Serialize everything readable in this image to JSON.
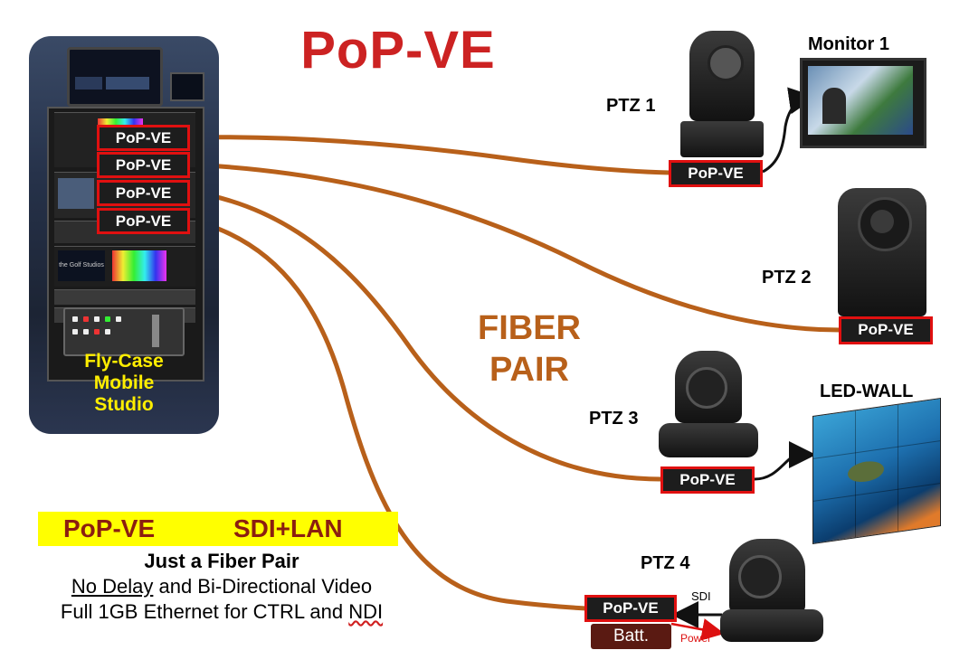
{
  "title": "PoP-VE",
  "studio": {
    "line1": "Fly-Case",
    "line2": "Mobile",
    "line3": "Studio",
    "units": [
      "PoP-VE",
      "PoP-VE",
      "PoP-VE",
      "PoP-VE"
    ],
    "screen_text": "the Golf Studios"
  },
  "fiber_label": {
    "line1": "FIBER",
    "line2": "PAIR"
  },
  "devices": {
    "ptz1": {
      "label": "PTZ 1",
      "unit": "PoP-VE"
    },
    "ptz2": {
      "label": "PTZ 2",
      "unit": "PoP-VE"
    },
    "ptz3": {
      "label": "PTZ 3",
      "unit": "PoP-VE"
    },
    "ptz4": {
      "label": "PTZ 4",
      "unit": "PoP-VE",
      "battery": "Batt.",
      "sdi": "SDI",
      "power": "Power"
    },
    "monitor1": {
      "label": "Monitor 1"
    },
    "ledwall": {
      "label": "LED-WALL"
    }
  },
  "info": {
    "badge_left": "PoP-VE",
    "badge_right": "SDI+LAN",
    "line1": "Just a Fiber Pair",
    "line2_underlined": "No Delay",
    "line2_rest": " and Bi-Directional Video",
    "line3_pre": "Full 1GB Ethernet for CTRL and ",
    "line3_squiggle": "NDI"
  },
  "colors": {
    "title": "#cc2222",
    "fiber": "#b8601a",
    "unit_border": "#e01010",
    "unit_bg": "#1d1d1d",
    "studio_text": "#ffee00",
    "badge_bg": "#ffff00",
    "badge_text": "#8b1e10"
  },
  "icons": [
    "camera-icon",
    "monitor-icon",
    "led-wall-icon",
    "studio-rack-icon",
    "arrow-icon"
  ]
}
